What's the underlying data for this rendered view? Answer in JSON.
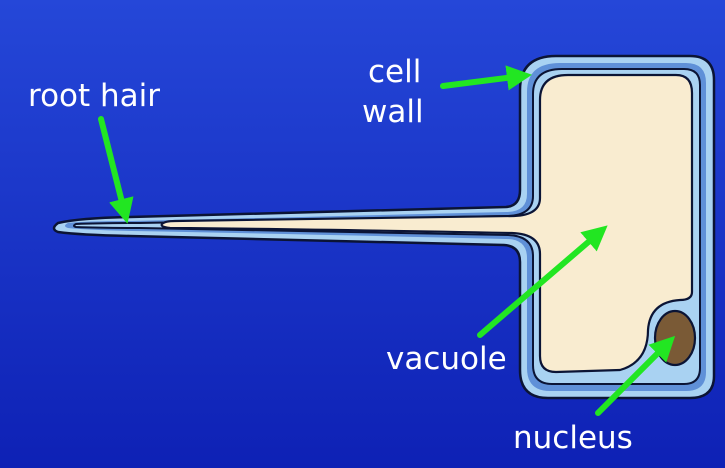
{
  "labels": {
    "root_hair": "root hair",
    "cell_line1": "cell",
    "cell_line2": "wall",
    "vacuole": "vacuole",
    "nucleus": "nucleus"
  },
  "colors": {
    "background_top": "#2547d8",
    "background_bottom": "#0e21b5",
    "cell_wall": "#a9d2f2",
    "cytoplasm_rim": "#5f90d8",
    "vacuole": "#f9ecd0",
    "nucleus": "#7a5a36",
    "arrow": "#22e622",
    "outline": "#0b1435",
    "text": "#ffffff"
  }
}
